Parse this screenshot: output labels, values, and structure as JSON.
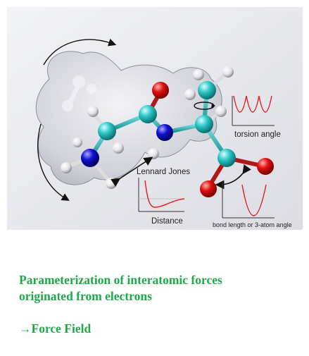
{
  "diagram": {
    "labels": {
      "torsion": "torsion angle",
      "lennard_jones": "Lennard Jones",
      "distance": "Distance",
      "bond": "bond length or 3-atom angle"
    }
  },
  "caption": {
    "line1": "Parameterization of interatomic forces",
    "line2": "originated from electrons",
    "arrow": "→",
    "force_field": "Force Field"
  }
}
